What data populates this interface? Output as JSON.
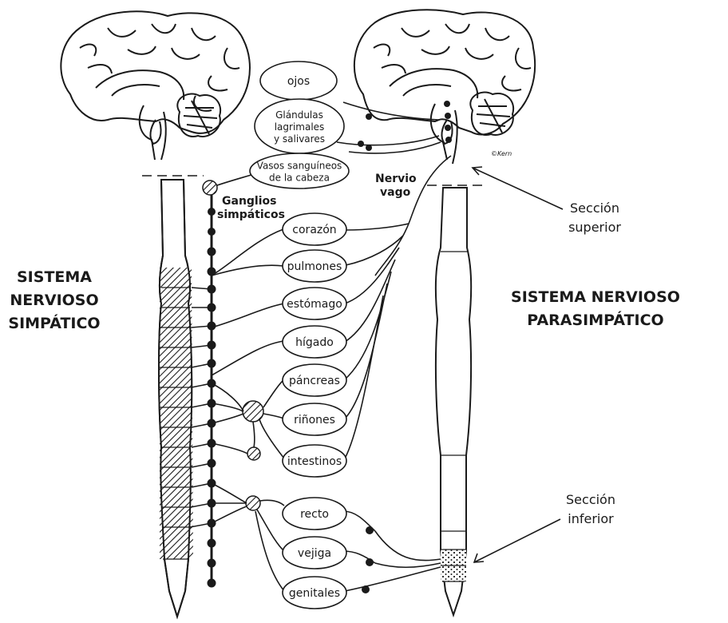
{
  "headings": {
    "sympathetic": [
      "SISTEMA",
      "NERVIOSO",
      "SIMPÁTICO"
    ],
    "parasympathetic": [
      "SISTEMA NERVIOSO",
      "PARASIMPÁTICO"
    ]
  },
  "labels": {
    "ganglia": [
      "Ganglios",
      "simpáticos"
    ],
    "vagus": [
      "Nervio",
      "vago"
    ],
    "upper_section": [
      "Sección",
      "superior"
    ],
    "lower_section": [
      "Sección",
      "inferior"
    ]
  },
  "organs": [
    {
      "id": "ojos",
      "lines": [
        "ojos"
      ]
    },
    {
      "id": "glandulas",
      "lines": [
        "Glándulas",
        "lagrimales",
        "y salivares"
      ]
    },
    {
      "id": "vasos",
      "lines": [
        "Vasos sanguíneos",
        "de la cabeza"
      ]
    },
    {
      "id": "corazon",
      "lines": [
        "corazón"
      ]
    },
    {
      "id": "pulmones",
      "lines": [
        "pulmones"
      ]
    },
    {
      "id": "estomago",
      "lines": [
        "estómago"
      ]
    },
    {
      "id": "higado",
      "lines": [
        "hígado"
      ]
    },
    {
      "id": "pancreas",
      "lines": [
        "páncreas"
      ]
    },
    {
      "id": "rinones",
      "lines": [
        "riñones"
      ]
    },
    {
      "id": "intestinos",
      "lines": [
        "intestinos"
      ]
    },
    {
      "id": "recto",
      "lines": [
        "recto"
      ]
    },
    {
      "id": "vejiga",
      "lines": [
        "vejiga"
      ]
    },
    {
      "id": "genitales",
      "lines": [
        "genitales"
      ]
    }
  ],
  "colors": {
    "ink": "#1a1a1a",
    "paper": "#ffffff"
  }
}
